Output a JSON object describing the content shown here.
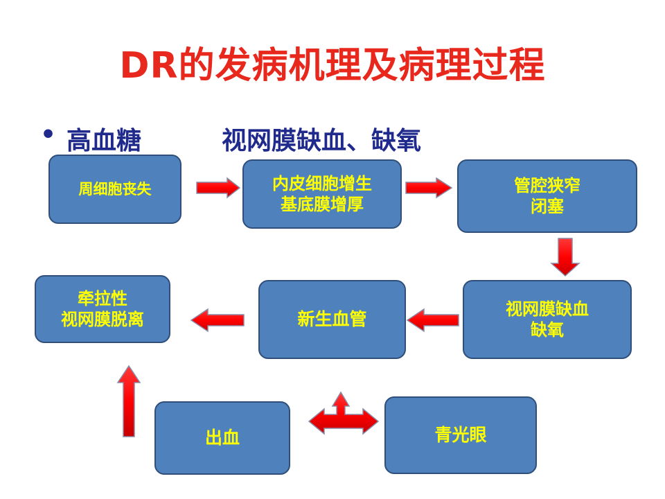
{
  "title": "DR的发病机理及病理过程",
  "bullet": {
    "marker": "•",
    "left": "高血糖",
    "right": "视网膜缺血、缺氧"
  },
  "boxes": {
    "pericyte_loss": [
      "周细胞丧失"
    ],
    "endothelial": [
      "内皮细胞增生",
      "基底膜增厚"
    ],
    "lumen": [
      "管腔狭窄",
      "闭塞"
    ],
    "ischemia": [
      "视网膜缺血",
      "缺氧"
    ],
    "neovascular": [
      "新生血管"
    ],
    "detachment": [
      "牵拉性",
      "视网膜脱离"
    ],
    "hemorrhage": [
      "出血"
    ],
    "glaucoma": [
      "青光眼"
    ]
  },
  "colors": {
    "title": "#e8281c",
    "bullet": "#1f2a8c",
    "box_fill": "#4f81bd",
    "box_border": "#2f4f7a",
    "box_text": "#ffff00",
    "arrow_fill": "#ff0000",
    "arrow_edge": "#8a8aa8"
  }
}
